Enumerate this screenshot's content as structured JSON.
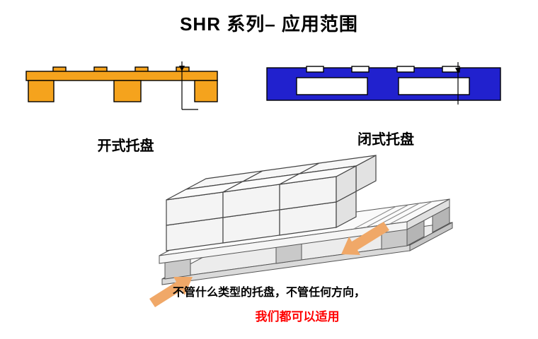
{
  "slide": {
    "title": "SHR 系列– 应用范围",
    "pallets": {
      "open_label": "开式托盘",
      "closed_label": "闭式托盘"
    },
    "caption": {
      "line1": "不管什么类型的托盘，不管任何方向，",
      "line2": "我们都可以适用"
    },
    "colors": {
      "open_pallet": "#F5A31D",
      "closed_pallet": "#2121CE",
      "arrow": "#F0A868",
      "caption_highlight": "#FF0000"
    }
  }
}
